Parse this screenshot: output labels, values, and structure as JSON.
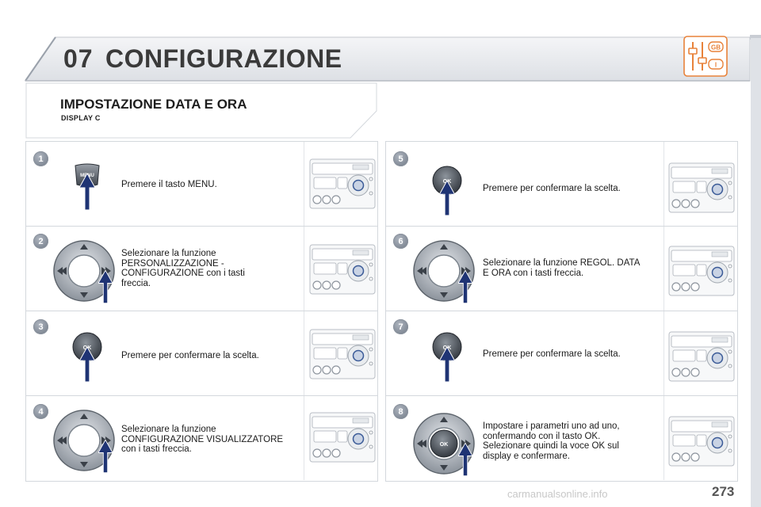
{
  "header": {
    "chapter_number": "07",
    "chapter_title": "CONFIGURAZIONE",
    "lang_badges": [
      "GB",
      "I"
    ]
  },
  "section": {
    "title": "IMPOSTAZIONE DATA E ORA",
    "subtitle": "DISPLAY C"
  },
  "steps": [
    {
      "num": "1",
      "text": "Premere il tasto MENU.",
      "key_label": "MENU"
    },
    {
      "num": "2",
      "text": "Selezionare la funzione PERSONALIZZAZIONE - CONFIGURAZIONE con i tasti freccia."
    },
    {
      "num": "3",
      "text": "Premere per confermare la scelta.",
      "key_label": "OK"
    },
    {
      "num": "4",
      "text": "Selezionare la funzione CONFIGURAZIONE VISUALIZZATORE con i tasti freccia."
    },
    {
      "num": "5",
      "text": "Premere per confermare la scelta.",
      "key_label": "OK"
    },
    {
      "num": "6",
      "text": "Selezionare la funzione REGOL. DATA E ORA con i tasti freccia."
    },
    {
      "num": "7",
      "text": "Premere per confermare la scelta.",
      "key_label": "OK"
    },
    {
      "num": "8",
      "text": "Impostare i parametri uno ad uno, confermando con il tasto OK. Selezionare quindi la voce OK sul display e confermare.",
      "key_label": "OK"
    }
  ],
  "page_number": "273",
  "watermark": "carmanualsonline.info",
  "colors": {
    "arrow": "#1f3474",
    "badge": "#7a828d",
    "border": "#d4d8dd",
    "accent": "#e8823a"
  }
}
